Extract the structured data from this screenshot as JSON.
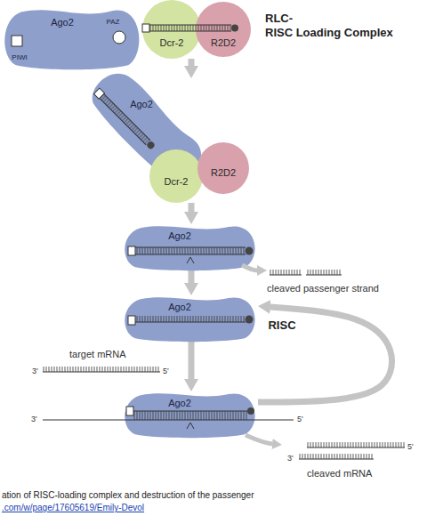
{
  "diagram": {
    "caption": "ation of RISC-loading complex and destruction of the passenger",
    "nodes": [
      {
        "text": [
          "Ago2",
          "PAZ",
          "PIWI"
        ]
      },
      {
        "text": [
          "Dcr-2"
        ]
      },
      {
        "text": [
          "R2D2"
        ]
      },
      {
        "text": [
          "Ago2"
        ]
      },
      {
        "text": [
          "Dcr-2"
        ]
      },
      {
        "text": [
          "R2D2"
        ]
      },
      {
        "text": [
          "Ago2"
        ]
      },
      {
        "text": [
          "Ago2",
          "RISC"
        ]
      },
      {
        "text": [
          "Ago2"
        ]
      }
    ],
    "edges": [
      {
        "from": 1,
        "to": 3,
        "arrow": "to"
      },
      {
        "from": 4,
        "to": 6,
        "arrow": "to"
      },
      {
        "from": 6,
        "to": 7,
        "arrow": "to"
      },
      {
        "from": 7,
        "to": 8,
        "arrow": "to"
      },
      {
        "from": 8,
        "to": 7,
        "arrow": "to"
      }
    ],
    "labels": [
      "RLC-",
      "RISC Loading Complex",
      "cleaved passenger strand",
      "target mRNA",
      "3'",
      "5'",
      "3'",
      "5'",
      "5'",
      "3'",
      "cleaved mRNA",
      ".com/w/page/17605619/Emily-Devol"
    ]
  }
}
